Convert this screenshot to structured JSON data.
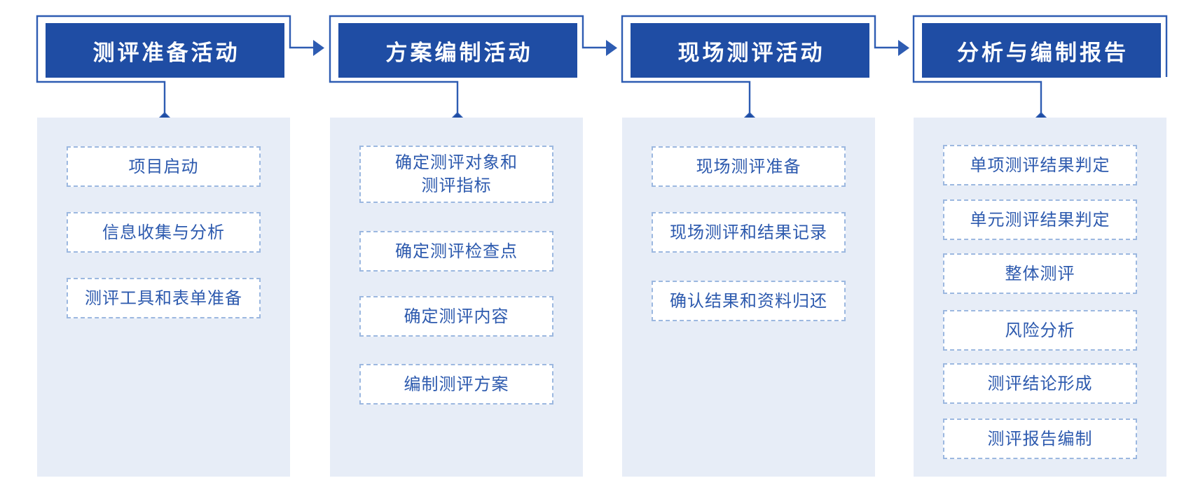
{
  "diagram": {
    "stages": [
      {
        "header": "测评准备活动",
        "steps": [
          "项目启动",
          "信息收集与分析",
          "测评工具和表单准备"
        ]
      },
      {
        "header": "方案编制活动",
        "steps": [
          "确定测评对象和\n测评指标",
          "确定测评检查点",
          "确定测评内容",
          "编制测评方案"
        ]
      },
      {
        "header": "现场测评活动",
        "steps": [
          "现场测评准备",
          "现场测评和结果记录",
          "确认结果和资料归还"
        ]
      },
      {
        "header": "分析与编制报告",
        "steps": [
          "单项测评结果判定",
          "单元测评结果判定",
          "整体测评",
          "风险分析",
          "测评结论形成",
          "测评报告编制"
        ]
      }
    ]
  },
  "icons": {
    "flow-arrow-icon": "right-pointing solid triangle between stage headers",
    "diamond-arrowhead-icon": "solid diamond arrowhead where connector meets panel"
  },
  "colors": {
    "header_fill": "#1f4da4",
    "line": "#2e5cb2",
    "panel_bg": "#e7edf7",
    "step_border": "#9cb8e0",
    "step_text": "#2d5aae",
    "header_text": "#ffffff",
    "background": "#ffffff"
  }
}
